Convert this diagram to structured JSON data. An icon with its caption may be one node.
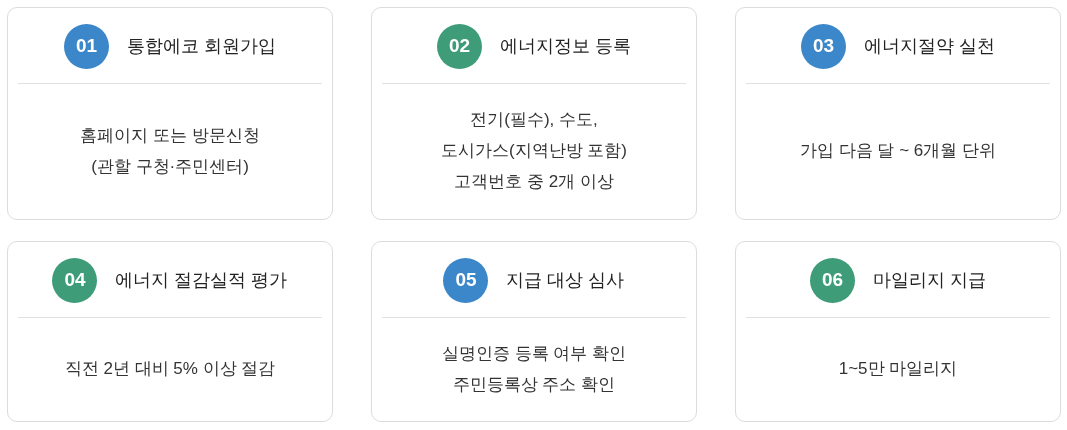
{
  "diagram": {
    "nodes": [
      {
        "text": [
          "통합에코 회원가입",
          "홈페이지 또는 방문신청 (관할 구청·주민센터)"
        ]
      },
      {
        "text": [
          "01"
        ],
        "in": 0
      },
      {
        "text": [
          "에너지정보 등록",
          "전기(필수), 수도, 도시가스(지역난방 포함) 고객번호 중 2개 이상"
        ]
      },
      {
        "text": [
          "02"
        ],
        "in": 2
      },
      {
        "text": [
          "에너지절약 실천",
          "가입 다음 달 ~ 6개월 단위"
        ]
      },
      {
        "text": [
          "03"
        ],
        "in": 4
      },
      {
        "text": [
          "에너지 절감실적 평가",
          "직전 2년 대비 5% 이상 절감"
        ]
      },
      {
        "text": [
          "04"
        ],
        "in": 6
      },
      {
        "text": [
          "지급 대상 심사",
          "실명인증 등록 여부 확인 주민등록상 주소 확인"
        ]
      },
      {
        "text": [
          "05"
        ],
        "in": 8
      },
      {
        "text": [
          "마일리지 지급",
          "1~5만 마일리지"
        ]
      },
      {
        "text": [
          "06"
        ],
        "in": 10
      }
    ]
  }
}
